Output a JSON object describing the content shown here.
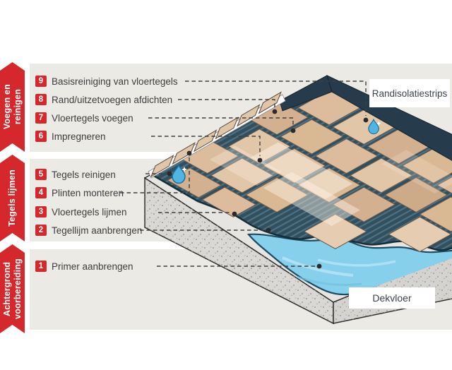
{
  "sidebar": {
    "sections": [
      {
        "lines": [
          "Voegen en",
          "reinigen"
        ]
      },
      {
        "lines": [
          "Tegels lijmen"
        ]
      },
      {
        "lines": [
          "Achtergrond",
          "voorbereiding"
        ]
      }
    ]
  },
  "steps": [
    {
      "num": 9,
      "label": "Basisreiniging van vloertegels"
    },
    {
      "num": 8,
      "label": "Rand/uitzetvoegen afdichten"
    },
    {
      "num": 7,
      "label": "Vloertegels voegen"
    },
    {
      "num": 6,
      "label": "Impregneren"
    },
    {
      "num": 5,
      "label": "Tegels reinigen"
    },
    {
      "num": 4,
      "label": "Plinten monteren"
    },
    {
      "num": 3,
      "label": "Vloertegels lijmen"
    },
    {
      "num": 2,
      "label": "Tegellijm aanbrengen"
    },
    {
      "num": 1,
      "label": "Primer aanbrengen"
    }
  ],
  "callouts": {
    "edge_strip": "Randisolatiestrips",
    "screed": "Dekvloer"
  },
  "icons": {
    "cleaning_top": "water-droplet-icon",
    "cleaning_left": "water-droplet-icon"
  },
  "colors": {
    "accent_red": "#d4282c",
    "panel_bg": "#eceae5",
    "text_dark": "#3d3d3d",
    "tile_tan": "#d9b894",
    "adhesive_teal": "#31505f",
    "primer_blue": "#86d0ec",
    "edge_strip_navy": "#263b4b",
    "concrete_gray": "#d9d8d5"
  }
}
